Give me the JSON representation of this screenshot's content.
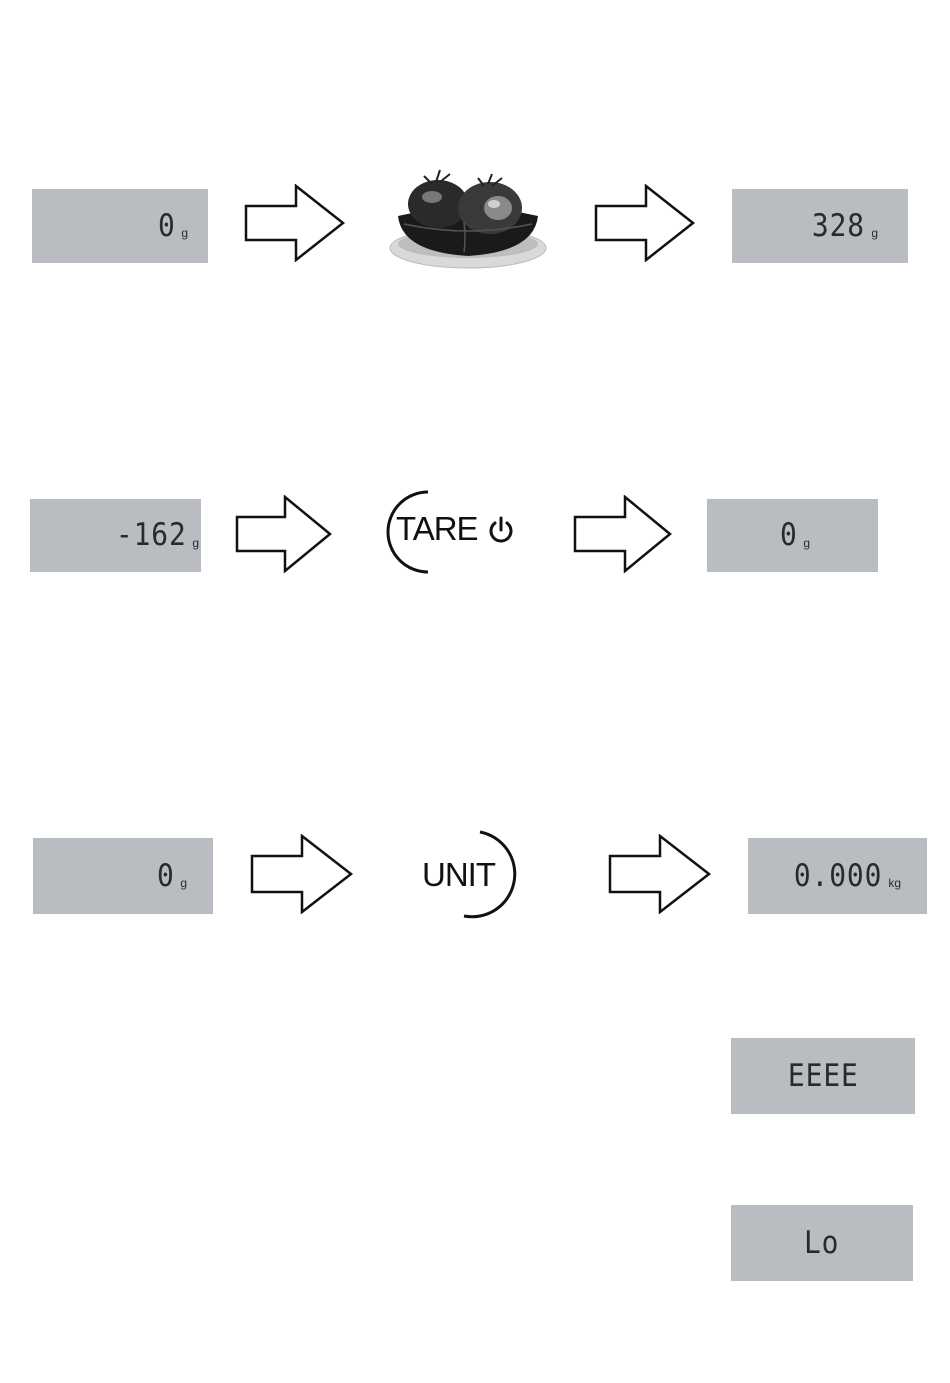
{
  "row1": {
    "display_left": {
      "value": "0",
      "unit": "g"
    },
    "icon": "fruit-bowl-icon",
    "display_right": {
      "value": "328",
      "unit": "g"
    }
  },
  "row2": {
    "display_left": {
      "value": "-162",
      "unit": "g"
    },
    "button": {
      "label": "TARE",
      "icon": "power-icon"
    },
    "display_right": {
      "value": "0",
      "unit": "g"
    }
  },
  "row3": {
    "display_left": {
      "value": "0",
      "unit": "g"
    },
    "button": {
      "label": "UNIT"
    },
    "display_right": {
      "value": "0.000",
      "unit": "kg"
    }
  },
  "error_display": {
    "value": "EEEE"
  },
  "low_display": {
    "value": "Lo"
  },
  "colors": {
    "lcd": "#b9bdc2",
    "arrow_stroke": "#111111"
  }
}
